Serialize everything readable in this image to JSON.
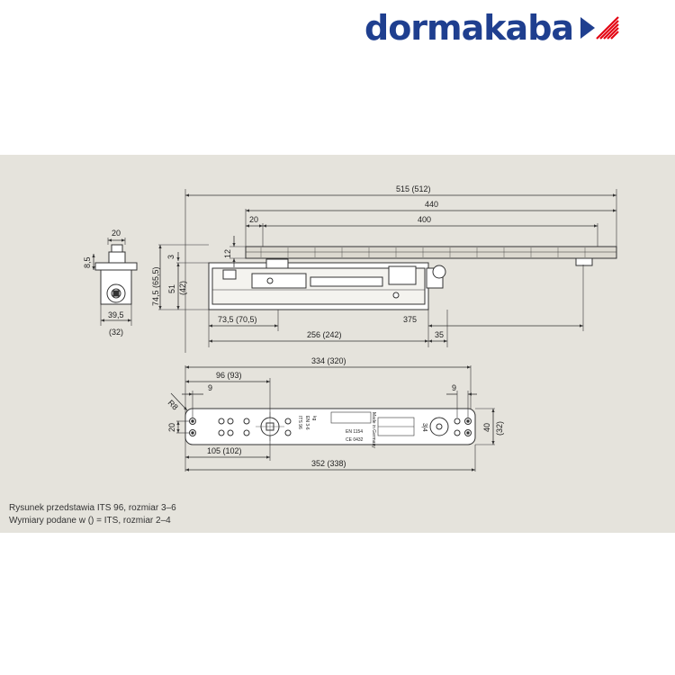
{
  "brand": {
    "name": "dormakaba",
    "color": "#1f3f8f",
    "accent": "#e30613"
  },
  "dimensions": {
    "d515": "515 (512)",
    "d440": "440",
    "d400": "400",
    "d20top": "20",
    "d20side": "20",
    "d8_5": "8,5",
    "d39_5": "39,5",
    "d32": "(32)",
    "d3": "3",
    "d74_5": "74,5 (65,5)",
    "d51": "51",
    "d42": "(42)",
    "d12": "12",
    "d73_5": "73,5 (70,5)",
    "d375": "375",
    "d256": "256 (242)",
    "d35": "35",
    "d334": "334 (320)",
    "d96": "96 (93)",
    "d9left": "9",
    "d9right": "9",
    "dR8": "R8",
    "d20plate": "20",
    "d40": "40",
    "d32b": "(32)",
    "d105": "105 (102)",
    "d352": "352 (338)"
  },
  "plate_labels": {
    "model": "ITS 96",
    "size": "EN 3-6",
    "weight": "kg",
    "en": "EN 1154",
    "ce": "CE 0432",
    "made": "Made in Germany",
    "size_mark": "3|4"
  },
  "caption": {
    "line1": "Rysunek przedstawia ITS 96, rozmiar 3–6",
    "line2": "Wymiary podane w () = ITS, rozmiar 2–4"
  }
}
